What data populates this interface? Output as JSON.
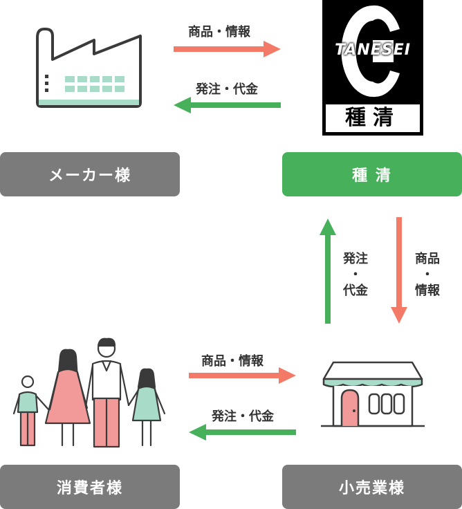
{
  "nodes": {
    "maker": "メーカー様",
    "tanesei": "種 清",
    "consumer": "消費者様",
    "retailer": "小売業様"
  },
  "logo": {
    "latin": "TANESEI",
    "kanji": "種清"
  },
  "edges": {
    "top_right": "商品・情報",
    "top_left": "発注・代金",
    "down": [
      "商品",
      "・",
      "情報"
    ],
    "up": [
      "発注",
      "・",
      "代金"
    ],
    "bottom_right": "商品・情報",
    "bottom_left": "発注・代金"
  },
  "colors": {
    "grey_box": "#7b7b7b",
    "green_box": "#46b05a",
    "arrow_red": "#f47a68",
    "arrow_green": "#46b05a"
  }
}
